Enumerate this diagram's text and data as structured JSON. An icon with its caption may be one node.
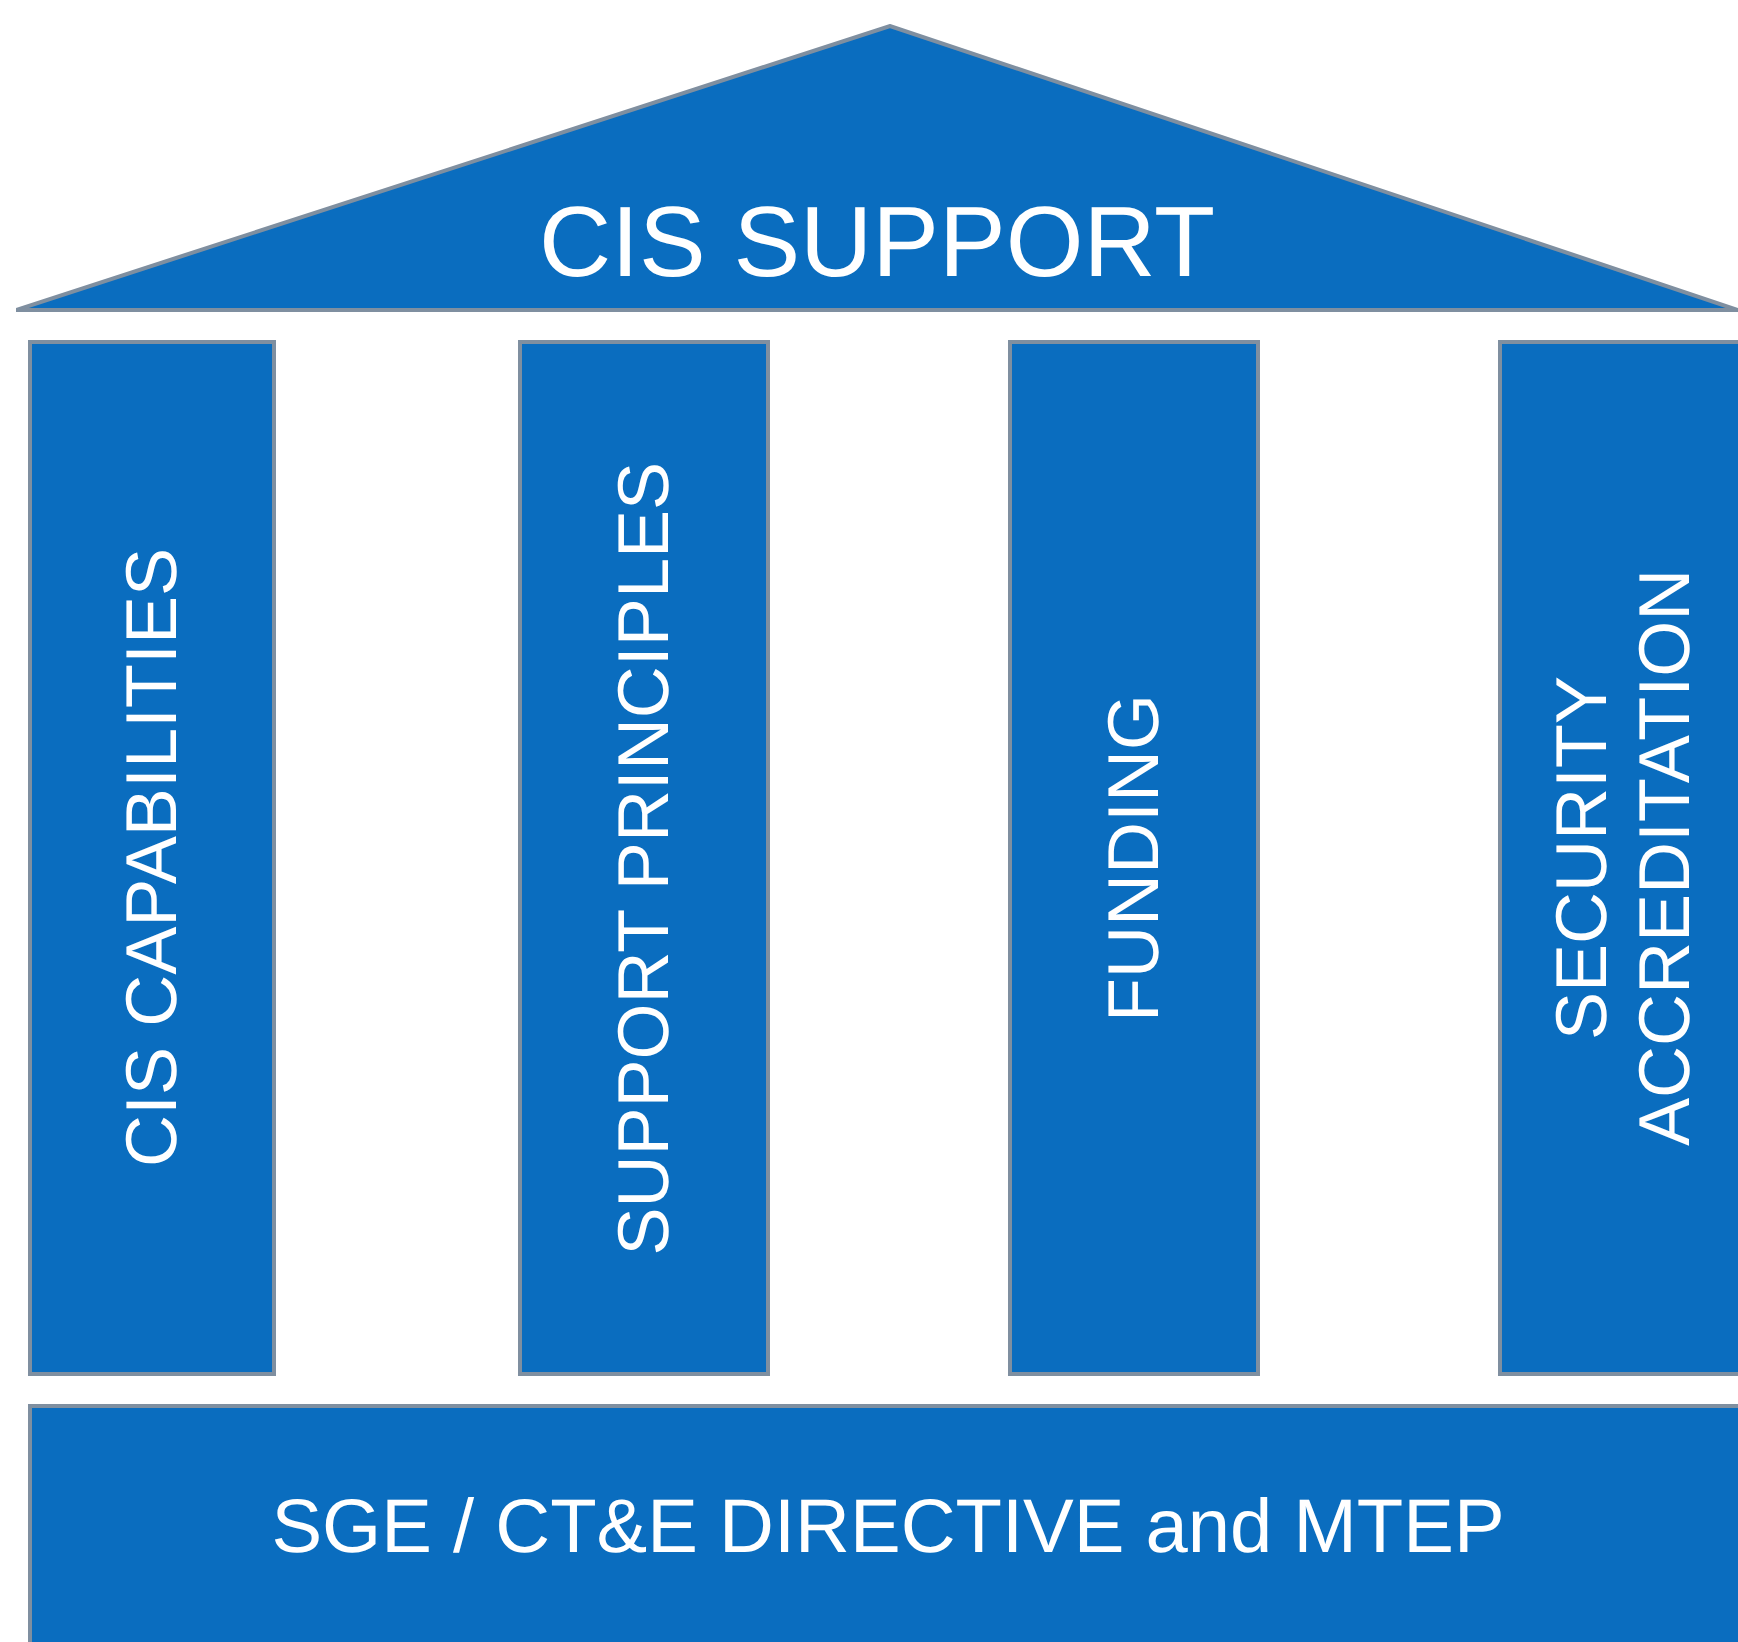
{
  "diagram": {
    "nodes": [
      {
        "text": [
          "CIS SUPPORT"
        ]
      },
      {
        "text": [
          "CIS CAPABILITIES"
        ]
      },
      {
        "text": [
          "SUPPORT PRINCIPLES"
        ]
      },
      {
        "text": [
          "FUNDING"
        ]
      },
      {
        "text": [
          "SECURITY ACCREDITATION"
        ]
      },
      {
        "text": [
          "SGE / CT&E DIRECTIVE and MTEP"
        ]
      }
    ],
    "edges": []
  }
}
